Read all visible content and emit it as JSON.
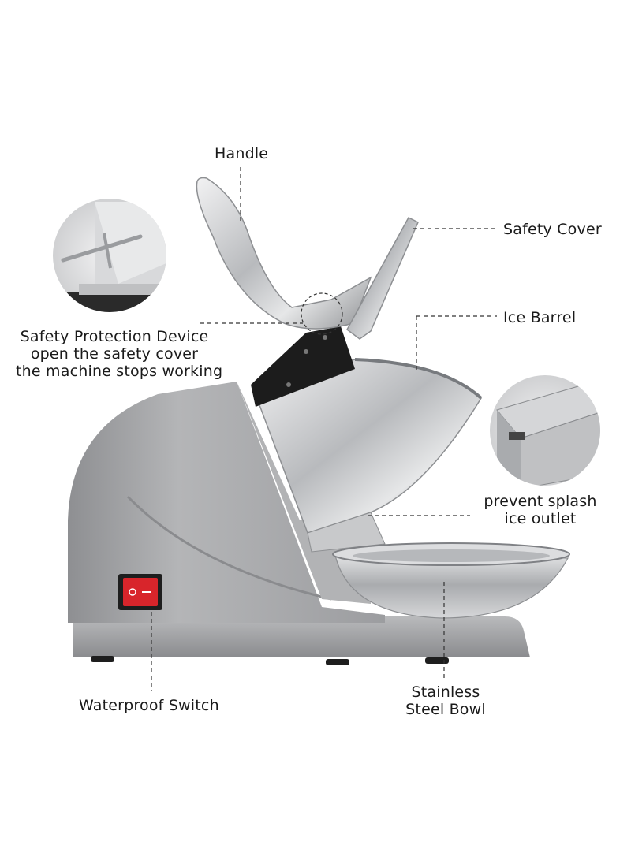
{
  "callouts": {
    "handle": "Handle",
    "safety_cover": "Safety Cover",
    "ice_barrel": "Ice Barrel",
    "safety_device": [
      "Safety Protection Device",
      "open the safety cover",
      "the machine stops working"
    ],
    "ice_outlet": [
      "prevent splash",
      "ice outlet"
    ],
    "switch": "Waterproof Switch",
    "bowl": [
      "Stainless",
      "Steel Bowl"
    ]
  },
  "colors": {
    "body_gray": "#a8a8aa",
    "body_shadow": "#8a8a8c",
    "steel_light": "#e2e2e4",
    "steel_dark": "#8e9093",
    "bracket_black": "#1c1c1c",
    "switch_red": "#d8252b",
    "leader_line": "#333333",
    "text": "#1a1a1a"
  }
}
